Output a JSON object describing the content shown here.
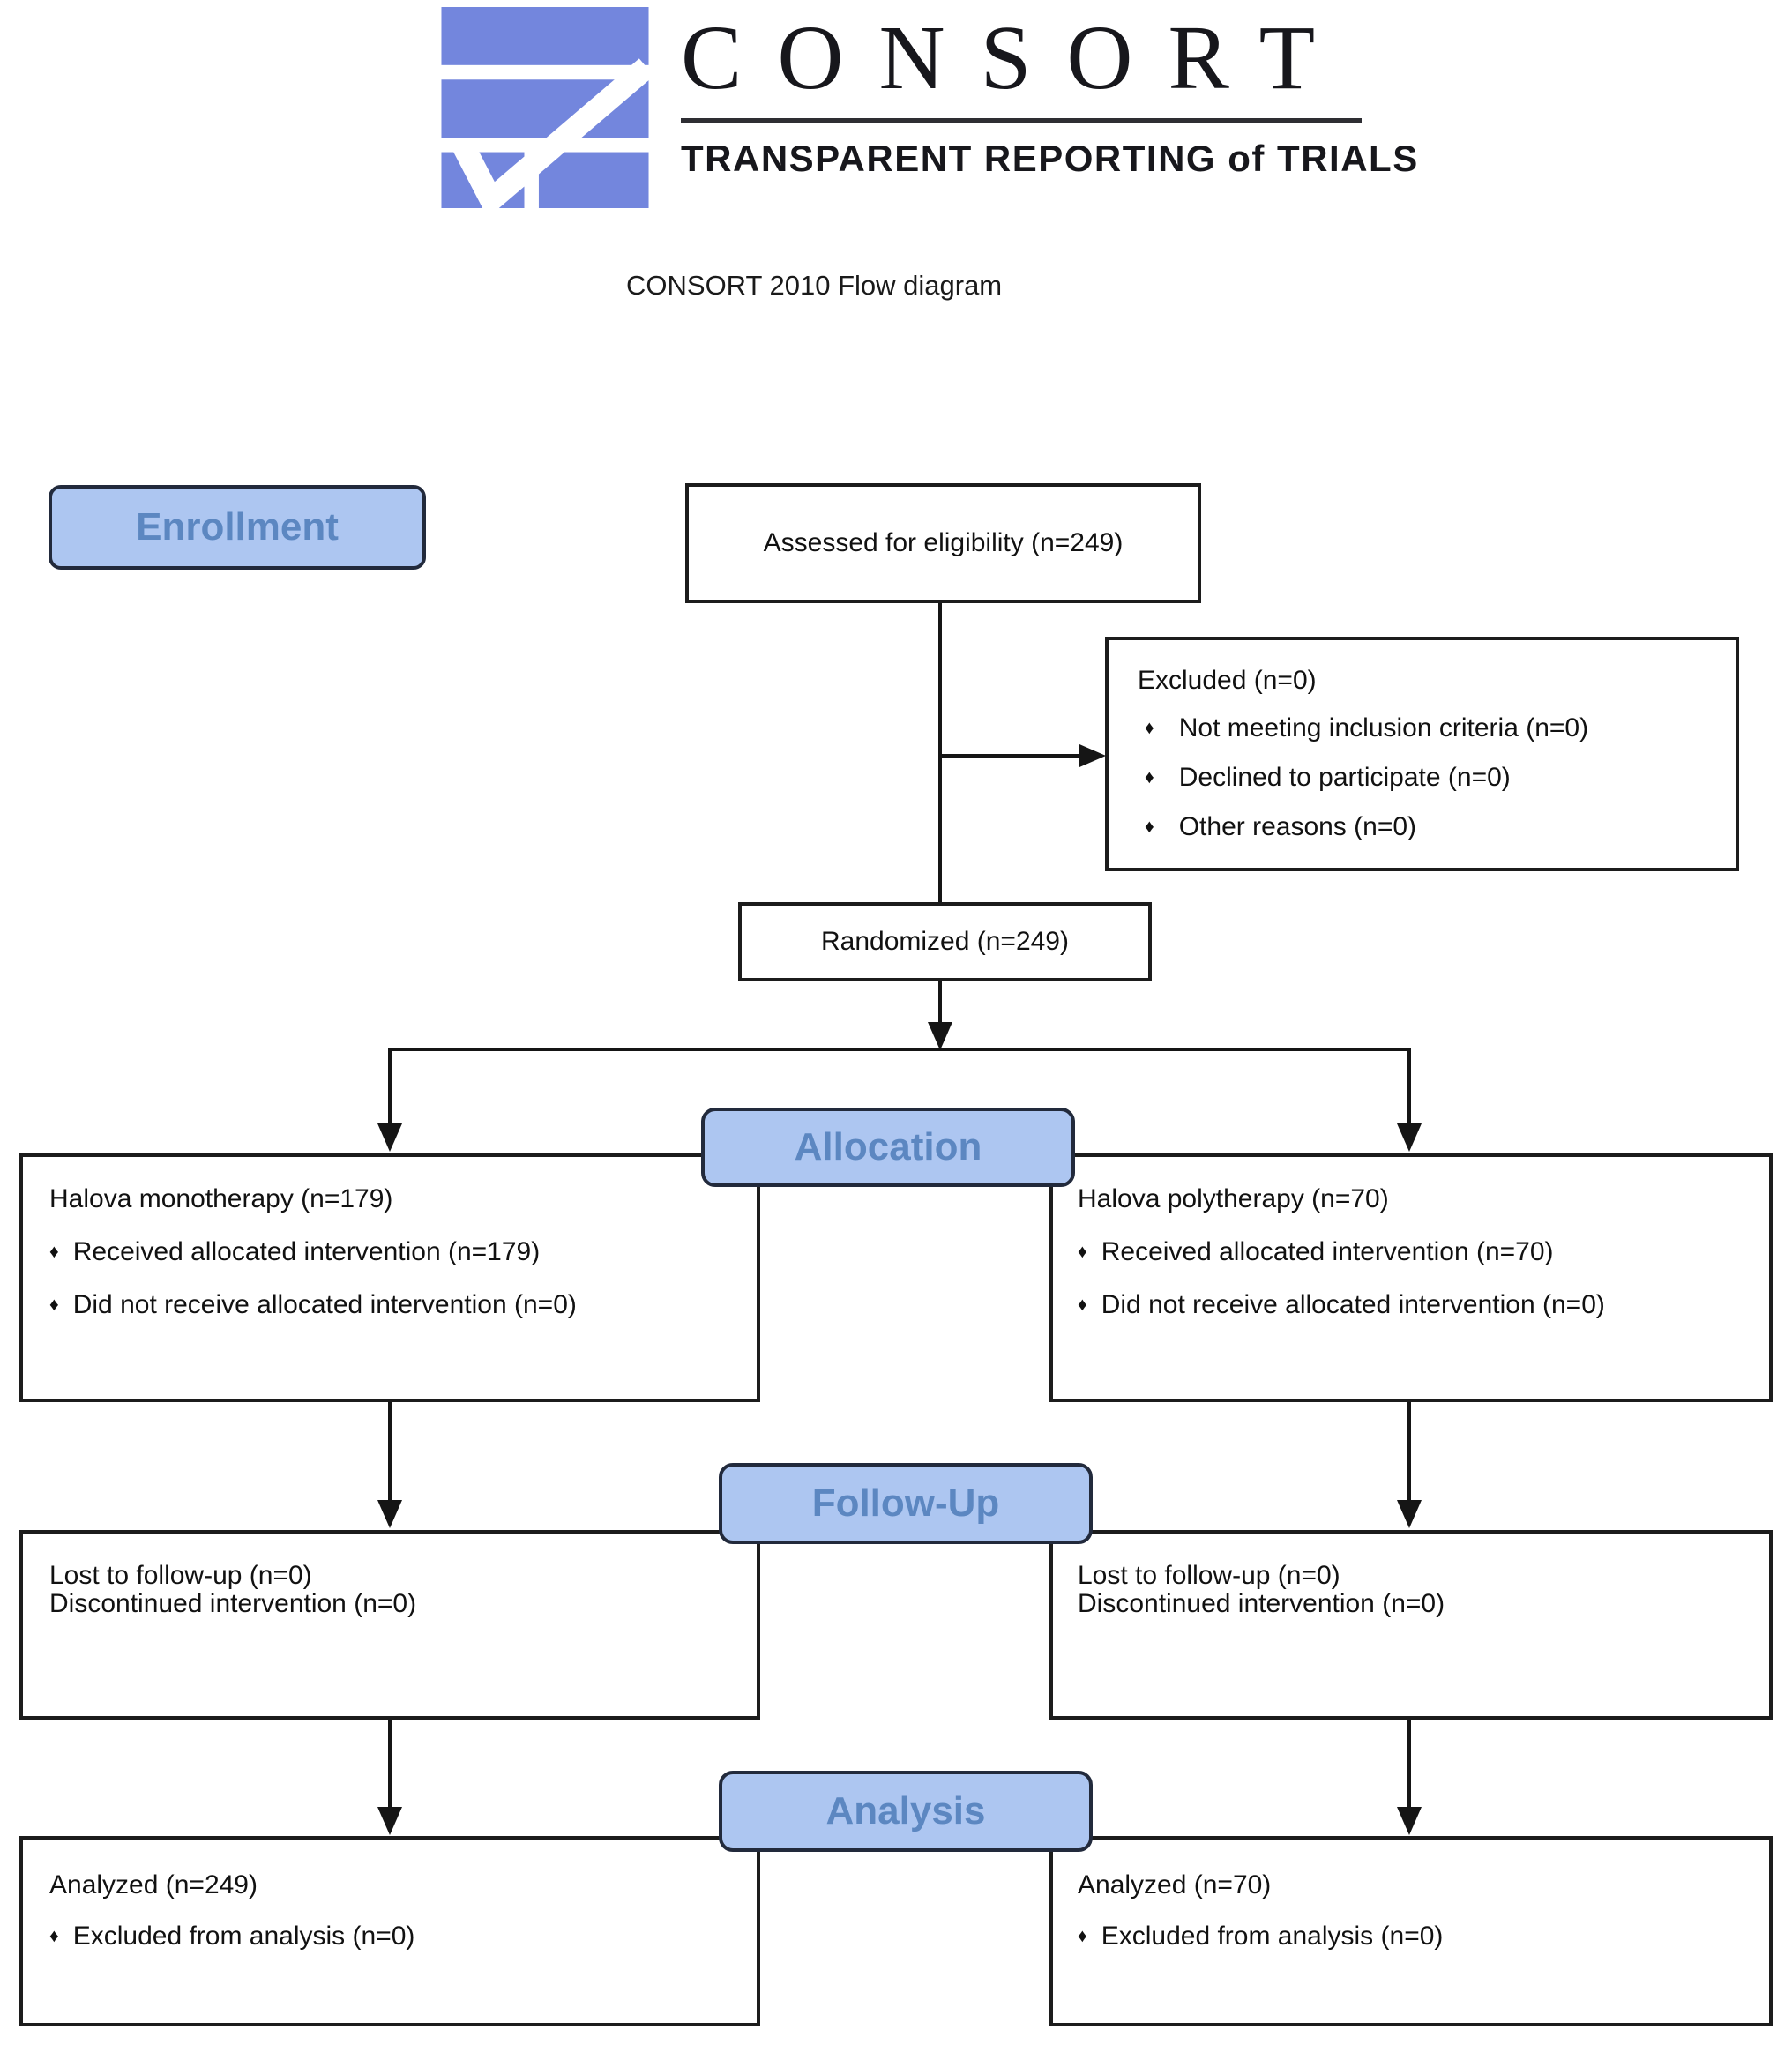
{
  "logo": {
    "wordmark": "CONSORT",
    "tagline": "TRANSPARENT REPORTING of TRIALS",
    "icon_color": "#7386dd"
  },
  "caption": "CONSORT 2010 Flow diagram",
  "bullet_glyph": "♦",
  "stages": {
    "enrollment": "Enrollment",
    "allocation": "Allocation",
    "followup": "Follow-Up",
    "analysis": "Analysis"
  },
  "colors": {
    "stage_pill_fill": "#adc6f1",
    "stage_pill_text": "#5c87c1",
    "stage_pill_border": "#222a3c",
    "box_border": "#1c1c1c",
    "logo_blue": "#7386dd"
  },
  "flow": {
    "assessed": {
      "text": "Assessed for eligibility (n=249)"
    },
    "excluded": {
      "title": "Excluded (n=0)",
      "bullets": [
        "Not meeting inclusion criteria (n=0)",
        "Declined to participate (n=0)",
        "Other reasons (n=0)"
      ]
    },
    "randomized": {
      "text": "Randomized (n=249)"
    },
    "allocation_left": {
      "title": "Halova monotherapy (n=179)",
      "bullets": [
        "Received allocated intervention (n=179)",
        "Did not receive allocated intervention (n=0)"
      ]
    },
    "allocation_right": {
      "title": "Halova polytherapy (n=70)",
      "bullets": [
        "Received allocated intervention (n=70)",
        "Did not receive allocated intervention (n=0)"
      ]
    },
    "followup_left": {
      "lines": [
        "Lost to follow-up (n=0)",
        "Discontinued intervention (n=0)"
      ]
    },
    "followup_right": {
      "lines": [
        "Lost to follow-up (n=0)",
        "Discontinued intervention (n=0)"
      ]
    },
    "analysis_left": {
      "title": "Analyzed (n=249)",
      "bullets": [
        "Excluded from analysis (n=0)"
      ]
    },
    "analysis_right": {
      "title": "Analyzed (n=70)",
      "bullets": [
        "Excluded from analysis (n=0)"
      ]
    }
  }
}
